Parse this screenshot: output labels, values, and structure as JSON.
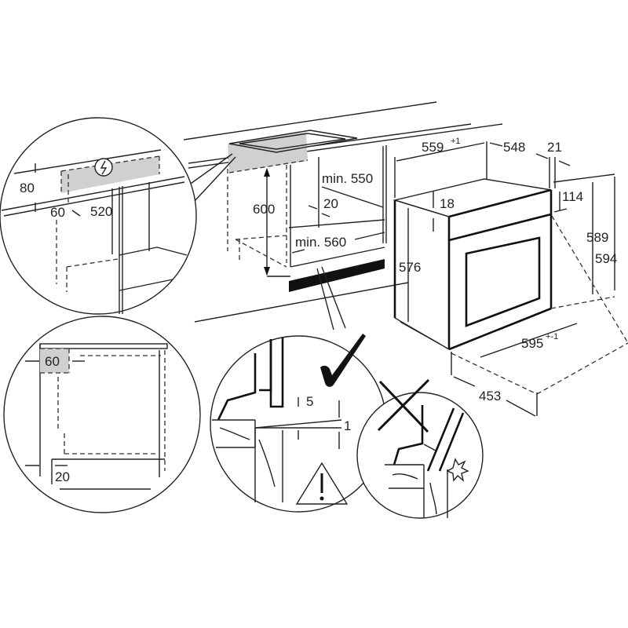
{
  "colors": {
    "line": "#222222",
    "shaded": "#d0d0d0",
    "background": "#ffffff"
  },
  "main_view": {
    "cabinet": {
      "height": "600",
      "depth_min": "min. 550",
      "width_min": "min. 560",
      "gap": "20"
    },
    "oven": {
      "depth": "559",
      "depth_tol": "+1",
      "body_depth": "548",
      "front_thickness": "21",
      "top_offset": "18",
      "panel_height": "114",
      "height_inner": "589",
      "height_total": "594",
      "height_side": "576",
      "width": "595",
      "width_tol": "+-1",
      "door_swing": "453"
    }
  },
  "detail_top_left": {
    "electrical_icon": "lightning-bolt",
    "strip_height": "80",
    "strip_depth": "60",
    "clearance": "520"
  },
  "detail_bottom_left": {
    "side_clearance": "60",
    "bottom_clearance": "20"
  },
  "detail_correct": {
    "status_icon": "checkmark",
    "gap_top": "5",
    "gap_bottom": "1",
    "warning_icon": "warning-triangle"
  },
  "detail_incorrect": {
    "status_icon": "cross",
    "impact_icon": "collision-star"
  }
}
